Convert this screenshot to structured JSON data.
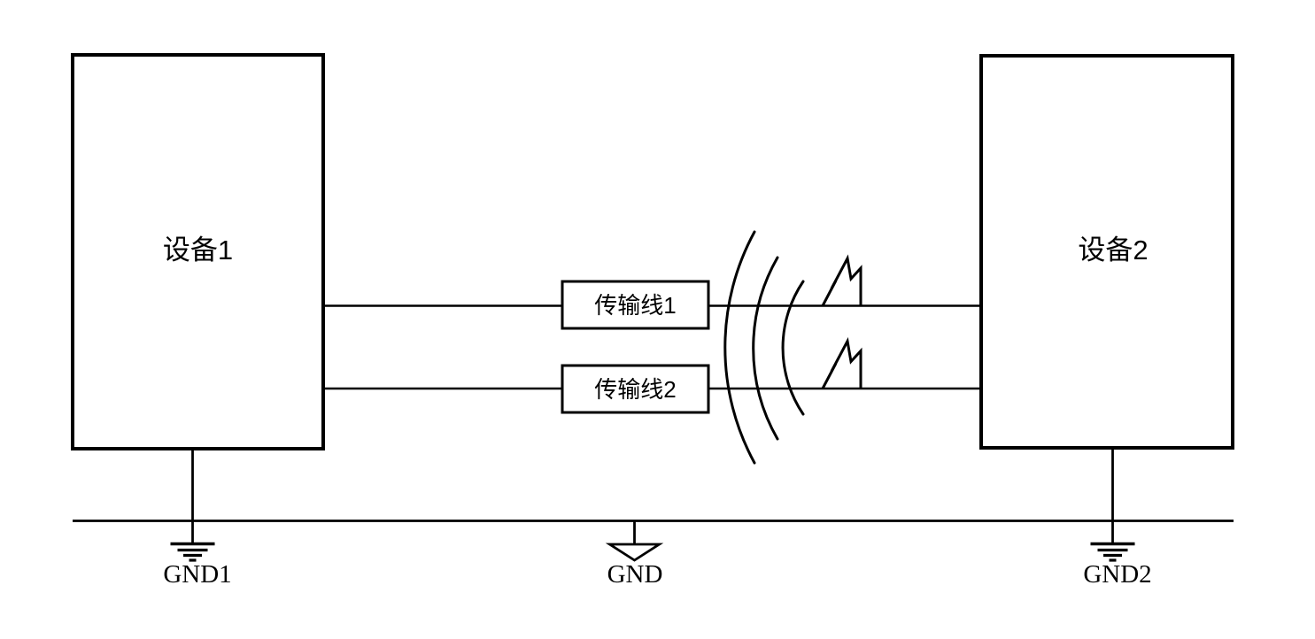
{
  "diagram": {
    "devices": [
      {
        "label": "设备1"
      },
      {
        "label": "设备2"
      }
    ],
    "transmission_lines": [
      {
        "label": "传输线1"
      },
      {
        "label": "传输线2"
      }
    ],
    "grounds": [
      {
        "label": "GND1"
      },
      {
        "label": "GND"
      },
      {
        "label": "GND2"
      }
    ],
    "icons": {
      "interference_arcs": "radio-wave-arcs",
      "lightning_bolts": "lightning-bolt",
      "earth_grounds": "earth-ground",
      "signal_ground": "triangle-ground"
    },
    "colors": {
      "line": "#000000",
      "background": "#ffffff"
    }
  }
}
